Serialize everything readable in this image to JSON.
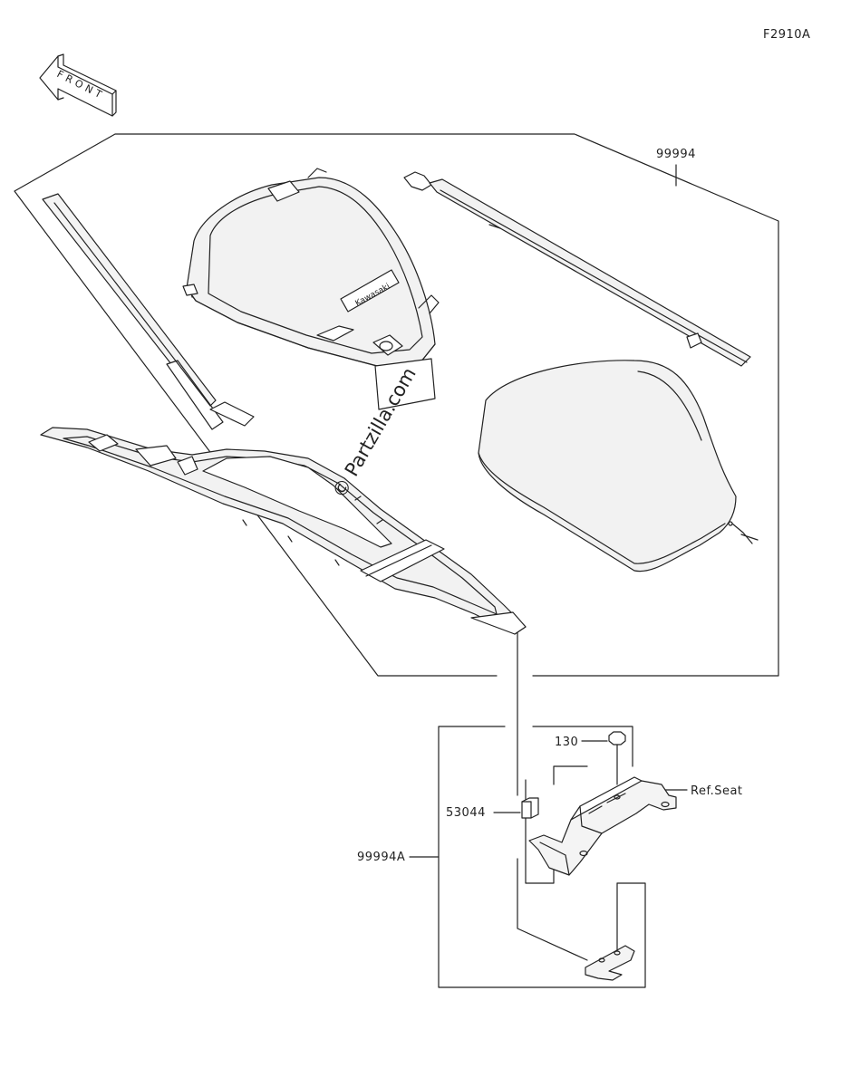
{
  "diagram_code": "F2910A",
  "front_label": "FRONT",
  "parts": {
    "set_kit": "99994",
    "set_kit_a": "99994A",
    "bolt": "130",
    "rubber": "53044",
    "ref_seat": "Ref.Seat"
  },
  "bag_logo": "Kawasaki",
  "watermark": "© Partzilla.com",
  "colors": {
    "line": "#222222",
    "fill": "#f2f2f2"
  }
}
